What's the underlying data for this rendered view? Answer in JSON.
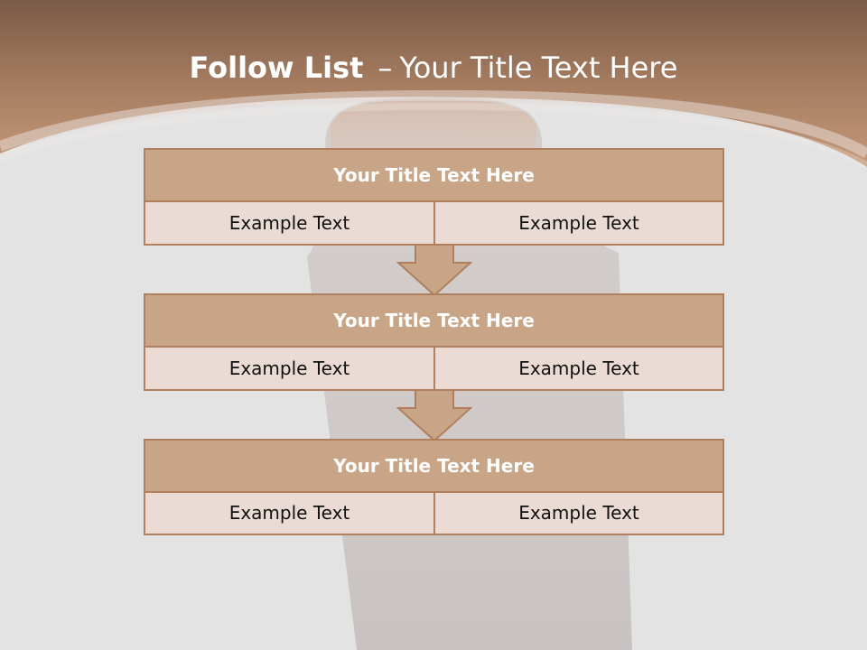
{
  "slide": {
    "title_bold": "Follow List",
    "title_dash": "–",
    "title_rest": "Your Title Text Here",
    "colors": {
      "header_brown": "#b9906d",
      "box_title_fill": "#c9a588",
      "box_border": "#b07f5d",
      "cell_fill": "#eadcd5",
      "arrow_fill": "#c8a587"
    }
  },
  "list_items": [
    {
      "title": "Your Title Text Here",
      "left_text": "Example Text",
      "right_text": "Example Text"
    },
    {
      "title": "Your Title Text Here",
      "left_text": "Example Text",
      "right_text": "Example Text"
    },
    {
      "title": "Your Title Text Here",
      "left_text": "Example Text",
      "right_text": "Example Text"
    }
  ],
  "icons": {
    "arrow_1": "down-arrow-icon",
    "arrow_2": "down-arrow-icon"
  }
}
